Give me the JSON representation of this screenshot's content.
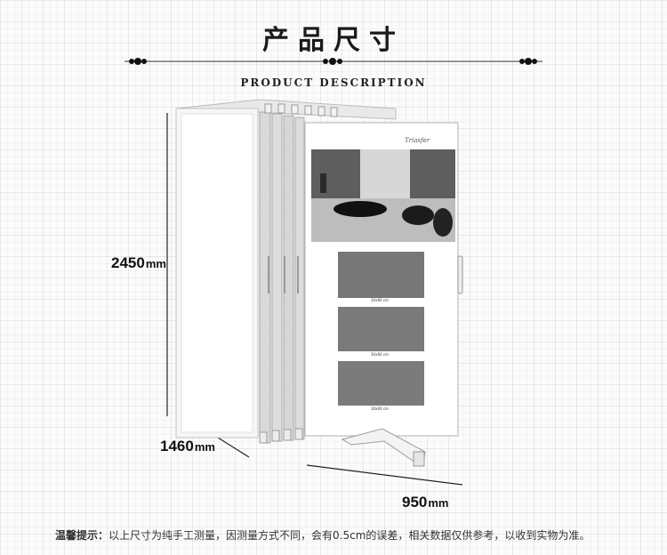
{
  "title": "产品尺寸",
  "subtitle": "PRODUCT DESCRIPTION",
  "dimensions": {
    "height": {
      "value": "2450",
      "unit": "mm"
    },
    "depth": {
      "value": "1460",
      "unit": "mm"
    },
    "width": {
      "value": "950",
      "unit": "mm"
    }
  },
  "panel": {
    "brand": "Triasfer",
    "tiles": [
      "30x60 cm",
      "30x60 cm",
      "30x60 cm"
    ]
  },
  "note": {
    "label": "温馨提示：",
    "text": "以上尺寸为纯手工测量，因测量方式不同，会有0.5cm的误差，相关数据仅供参考，以收到实物为准。"
  }
}
